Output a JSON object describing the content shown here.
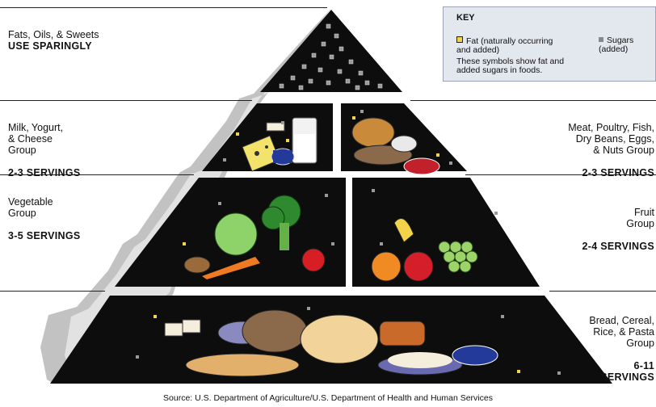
{
  "labels": {
    "top_group": "Fats, Oils, & Sweets",
    "top_serving": "USE SPARINGLY",
    "milk_group": "Milk, Yogurt,\n& Cheese\nGroup",
    "milk_serving": "2-3 SERVINGS",
    "meat_group": "Meat, Poultry, Fish,\nDry Beans, Eggs,\n& Nuts Group",
    "meat_serving": "2-3 SERVINGS",
    "veg_group": "Vegetable\nGroup",
    "veg_serving": "3-5 SERVINGS",
    "fruit_group": "Fruit\nGroup",
    "fruit_serving": "2-4 SERVINGS",
    "bread_group": "Bread, Cereal,\nRice, & Pasta\nGroup",
    "bread_serving": "6-11\nSERVINGS"
  },
  "key": {
    "title": "KEY",
    "fat_label": "Fat (naturally occurring\nand added)",
    "sugar_label": "Sugars\n(added)",
    "note": "These symbols show fat and\nadded sugars in foods."
  },
  "source": "Source: U.S. Department of Agriculture/U.S. Department of Health and Human Services",
  "colors": {
    "tier_fill": "#0d0d0d",
    "side_fill": "#bdbdbd",
    "fat_symbol": "#f2d34a",
    "sugar_symbol": "#888888"
  }
}
